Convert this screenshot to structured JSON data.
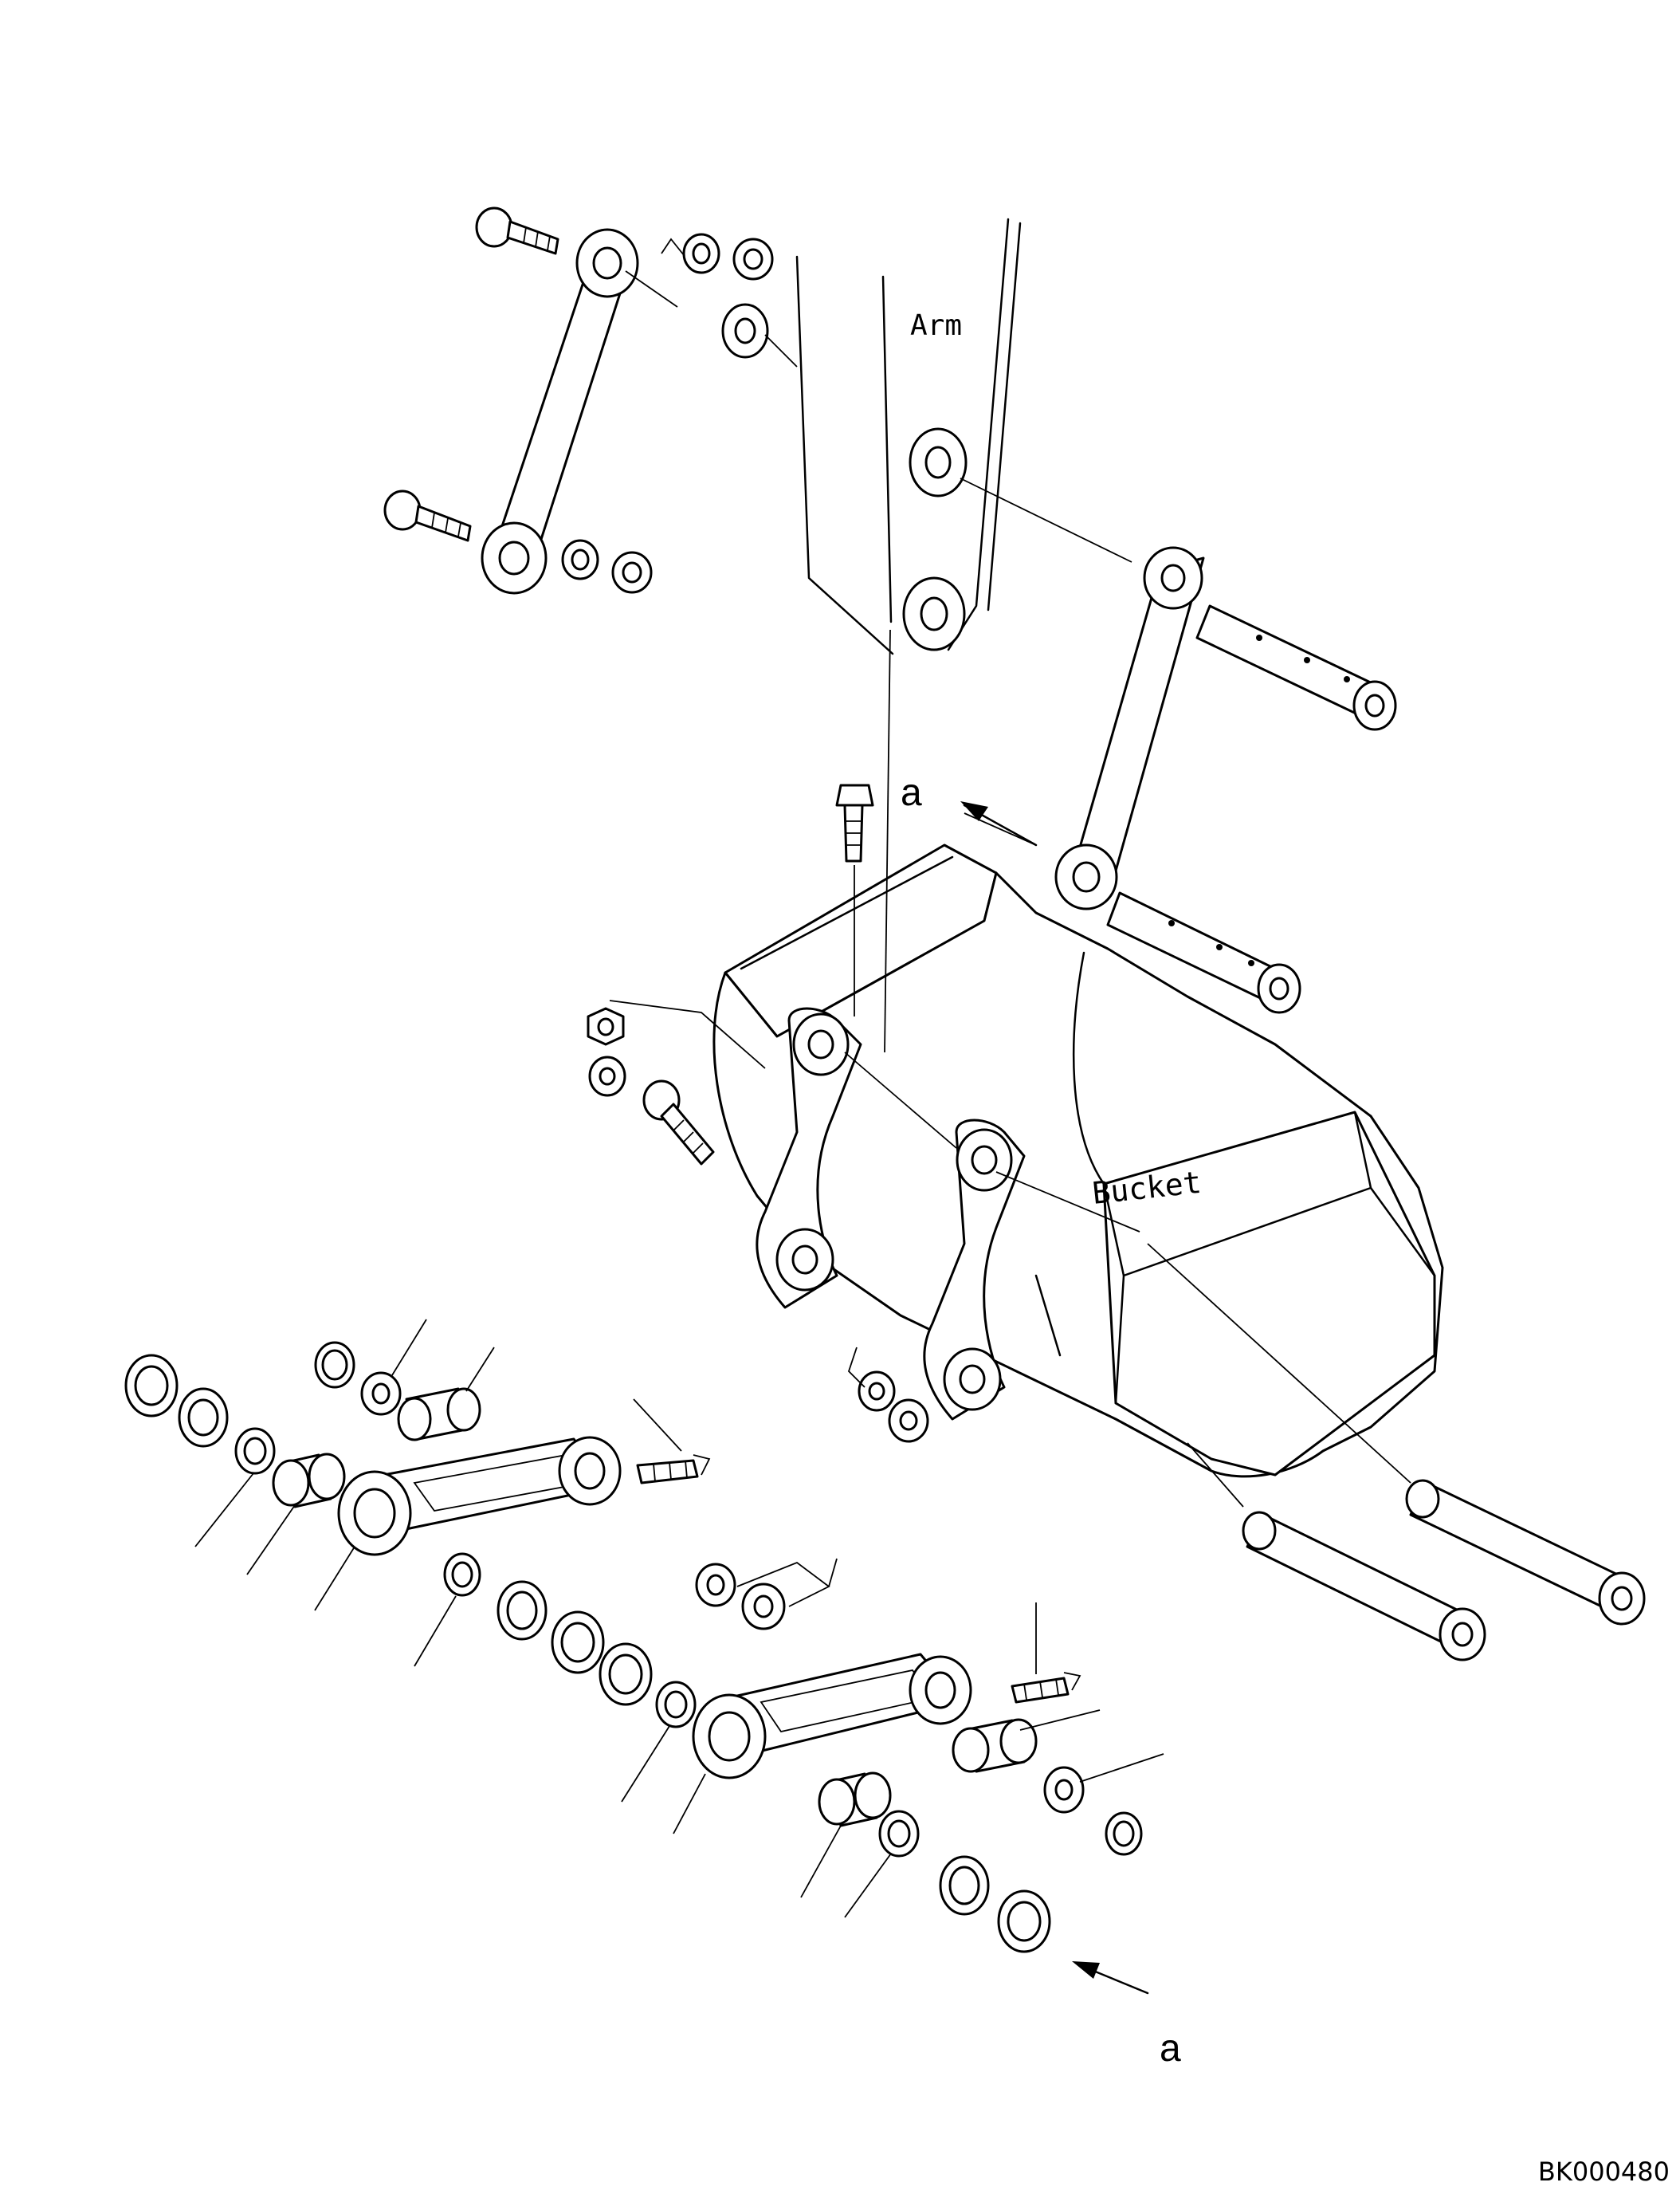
{
  "labels": {
    "arm": "Arm",
    "bucket": "Bucket",
    "callout_top": "a",
    "callout_bottom": "a",
    "drawing_code": "BK000480"
  }
}
